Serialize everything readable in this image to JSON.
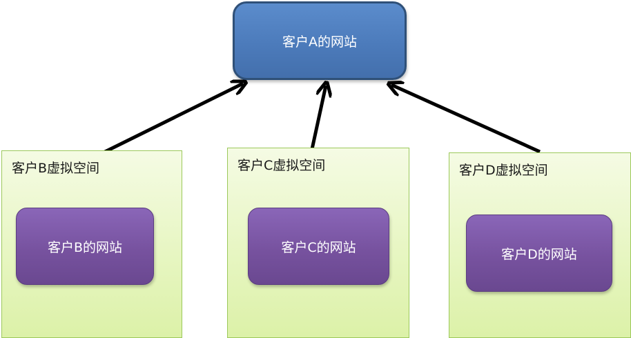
{
  "site_a": {
    "label": "客户A的网站"
  },
  "spaces": [
    {
      "label": "客户B虚拟空间",
      "site_label": "客户B的网站"
    },
    {
      "label": "客户C虚拟空间",
      "site_label": "客户C的网站"
    },
    {
      "label": "客户D虚拟空间",
      "site_label": "客户D的网站"
    }
  ],
  "colors": {
    "site_a_fill": "#4f81bd",
    "site_fill": "#7f5ca8",
    "space_fill": "#ebf7c8",
    "space_border": "#9bc85a",
    "arrow": "#000000"
  }
}
